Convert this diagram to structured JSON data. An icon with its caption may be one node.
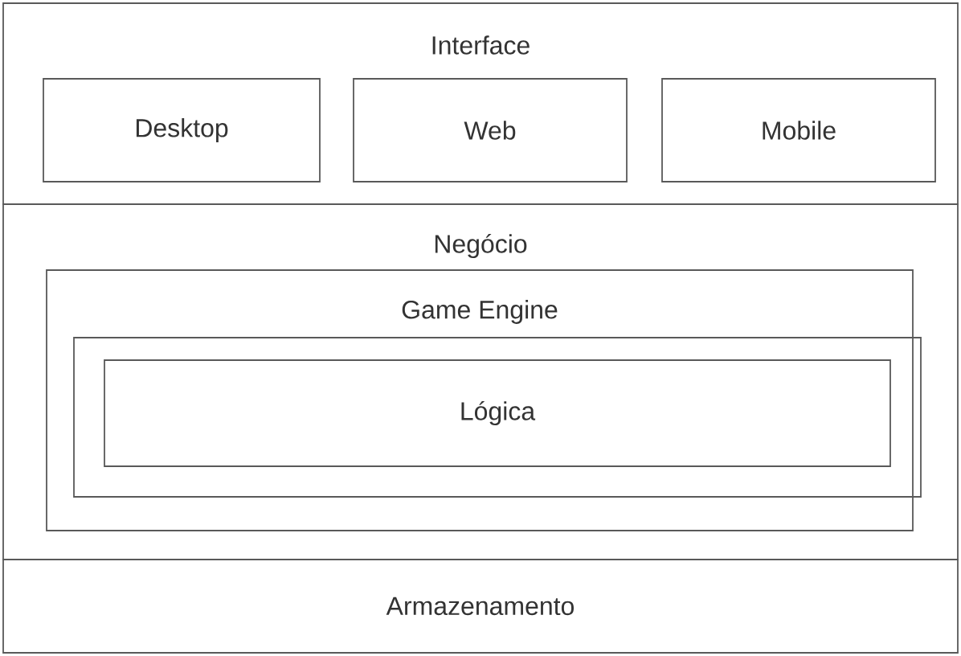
{
  "diagram": {
    "nodes": [
      {
        "text": [
          "Interface"
        ]
      },
      {
        "text": [
          "Desktop"
        ],
        "in": 0
      },
      {
        "text": [
          "Web"
        ],
        "in": 0
      },
      {
        "text": [
          "Mobile"
        ],
        "in": 0
      },
      {
        "text": [
          "Negócio"
        ]
      },
      {
        "text": [
          "Game Engine"
        ],
        "in": 4
      },
      {
        "text": [],
        "shape": "box",
        "in": 5
      },
      {
        "text": [
          "Lógica"
        ],
        "in": 6
      },
      {
        "text": [
          "Armazenamento"
        ]
      }
    ]
  }
}
